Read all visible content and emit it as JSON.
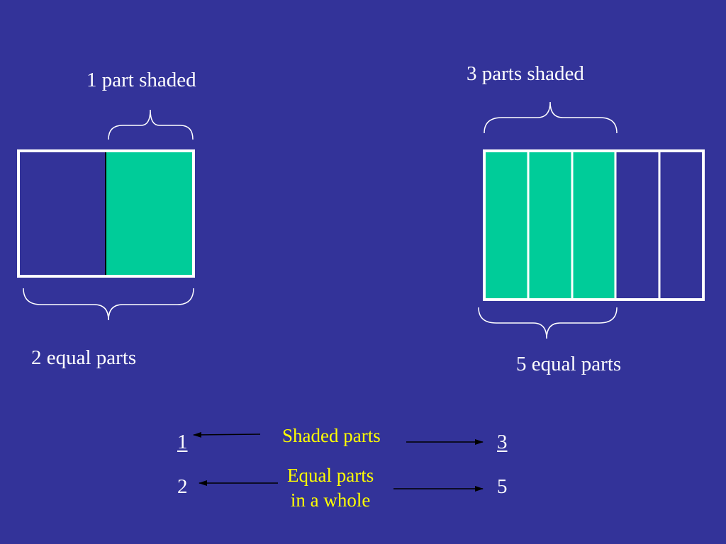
{
  "colors": {
    "background": "#333399",
    "shaded": "#00cc99",
    "outline": "#ffffff",
    "caption_text": "#ffffff",
    "legend_text": "#ffff00"
  },
  "left_model": {
    "total_parts": 2,
    "shaded_parts": 1,
    "top_label": "1 part shaded",
    "bottom_label": "2 equal parts"
  },
  "right_model": {
    "total_parts": 5,
    "shaded_parts": 3,
    "top_label": "3 parts shaded",
    "bottom_label": "5 equal parts"
  },
  "legend": {
    "numerator_label": "Shaded parts",
    "denominator_label_line1": "Equal parts",
    "denominator_label_line2": "in a whole"
  },
  "fractions": {
    "left": {
      "numerator": "1",
      "denominator": "2"
    },
    "right": {
      "numerator": "3",
      "denominator": "5"
    }
  }
}
